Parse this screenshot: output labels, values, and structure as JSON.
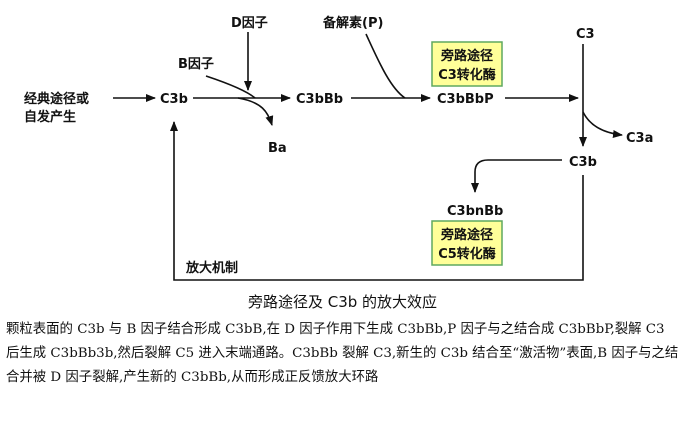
{
  "diagram": {
    "source": {
      "line1": "经典途径或",
      "line2": "自发产生"
    },
    "c3b": "C3b",
    "factor_b": "B因子",
    "factor_d": "D因子",
    "ba": "Ba",
    "c3bbb": "C3bBb",
    "properdin": "备解素(P)",
    "c3bbbp": "C3bBbP",
    "c3_convertase": {
      "line1": "旁路途径",
      "line2": "C3转化酶"
    },
    "c3": "C3",
    "c3a": "C3a",
    "c3b_new": "C3b",
    "c3bnbb": "C3bnBb",
    "c5_convertase": {
      "line1": "旁路途径",
      "line2": "C5转化酶"
    },
    "amplification": "放大机制"
  },
  "caption": "旁路途径及 C3b 的放大效应",
  "description": "颗粒表面的 C3b 与 B 因子结合形成 C3bB,在 D 因子作用下生成 C3bBb,P 因子与之结合成 C3bBbP,裂解 C3 后生成 C3bBb3b,然后裂解 C5 进入末端通路。C3bBb 裂解 C3,新生的 C3b 结合至“激活物”表面,B 因子与之结合并被 D 因子裂解,产生新的 C3bBb,从而形成正反馈放大环路",
  "colors": {
    "enzyme_box_fill": "#ffff99",
    "enzyme_box_border": "#5fa85f",
    "ink": "#111111"
  }
}
